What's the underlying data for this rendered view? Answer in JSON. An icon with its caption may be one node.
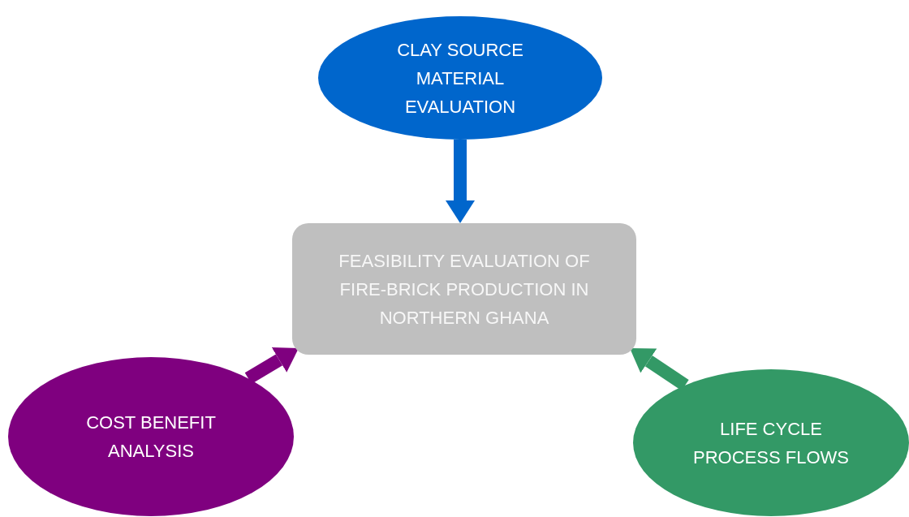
{
  "diagram": {
    "nodes": [
      {
        "text": [
          "CLAY SOURCE MATERIAL EVALUATION"
        ]
      },
      {
        "text": [
          "FEASIBILITY EVALUATION OF FIRE-BRICK PRODUCTION IN NORTHERN GHANA"
        ]
      },
      {
        "text": [
          "COST BENEFIT ANALYSIS"
        ]
      },
      {
        "text": [
          "LIFE CYCLE PROCESS FLOWS"
        ]
      }
    ],
    "edges": [
      {
        "from": 0,
        "to": 1,
        "arrow": "to",
        "color": "#0066cc"
      },
      {
        "from": 2,
        "to": 1,
        "arrow": "to",
        "color": "#7f007f"
      },
      {
        "from": 3,
        "to": 1,
        "arrow": "to",
        "color": "#339966"
      }
    ]
  }
}
